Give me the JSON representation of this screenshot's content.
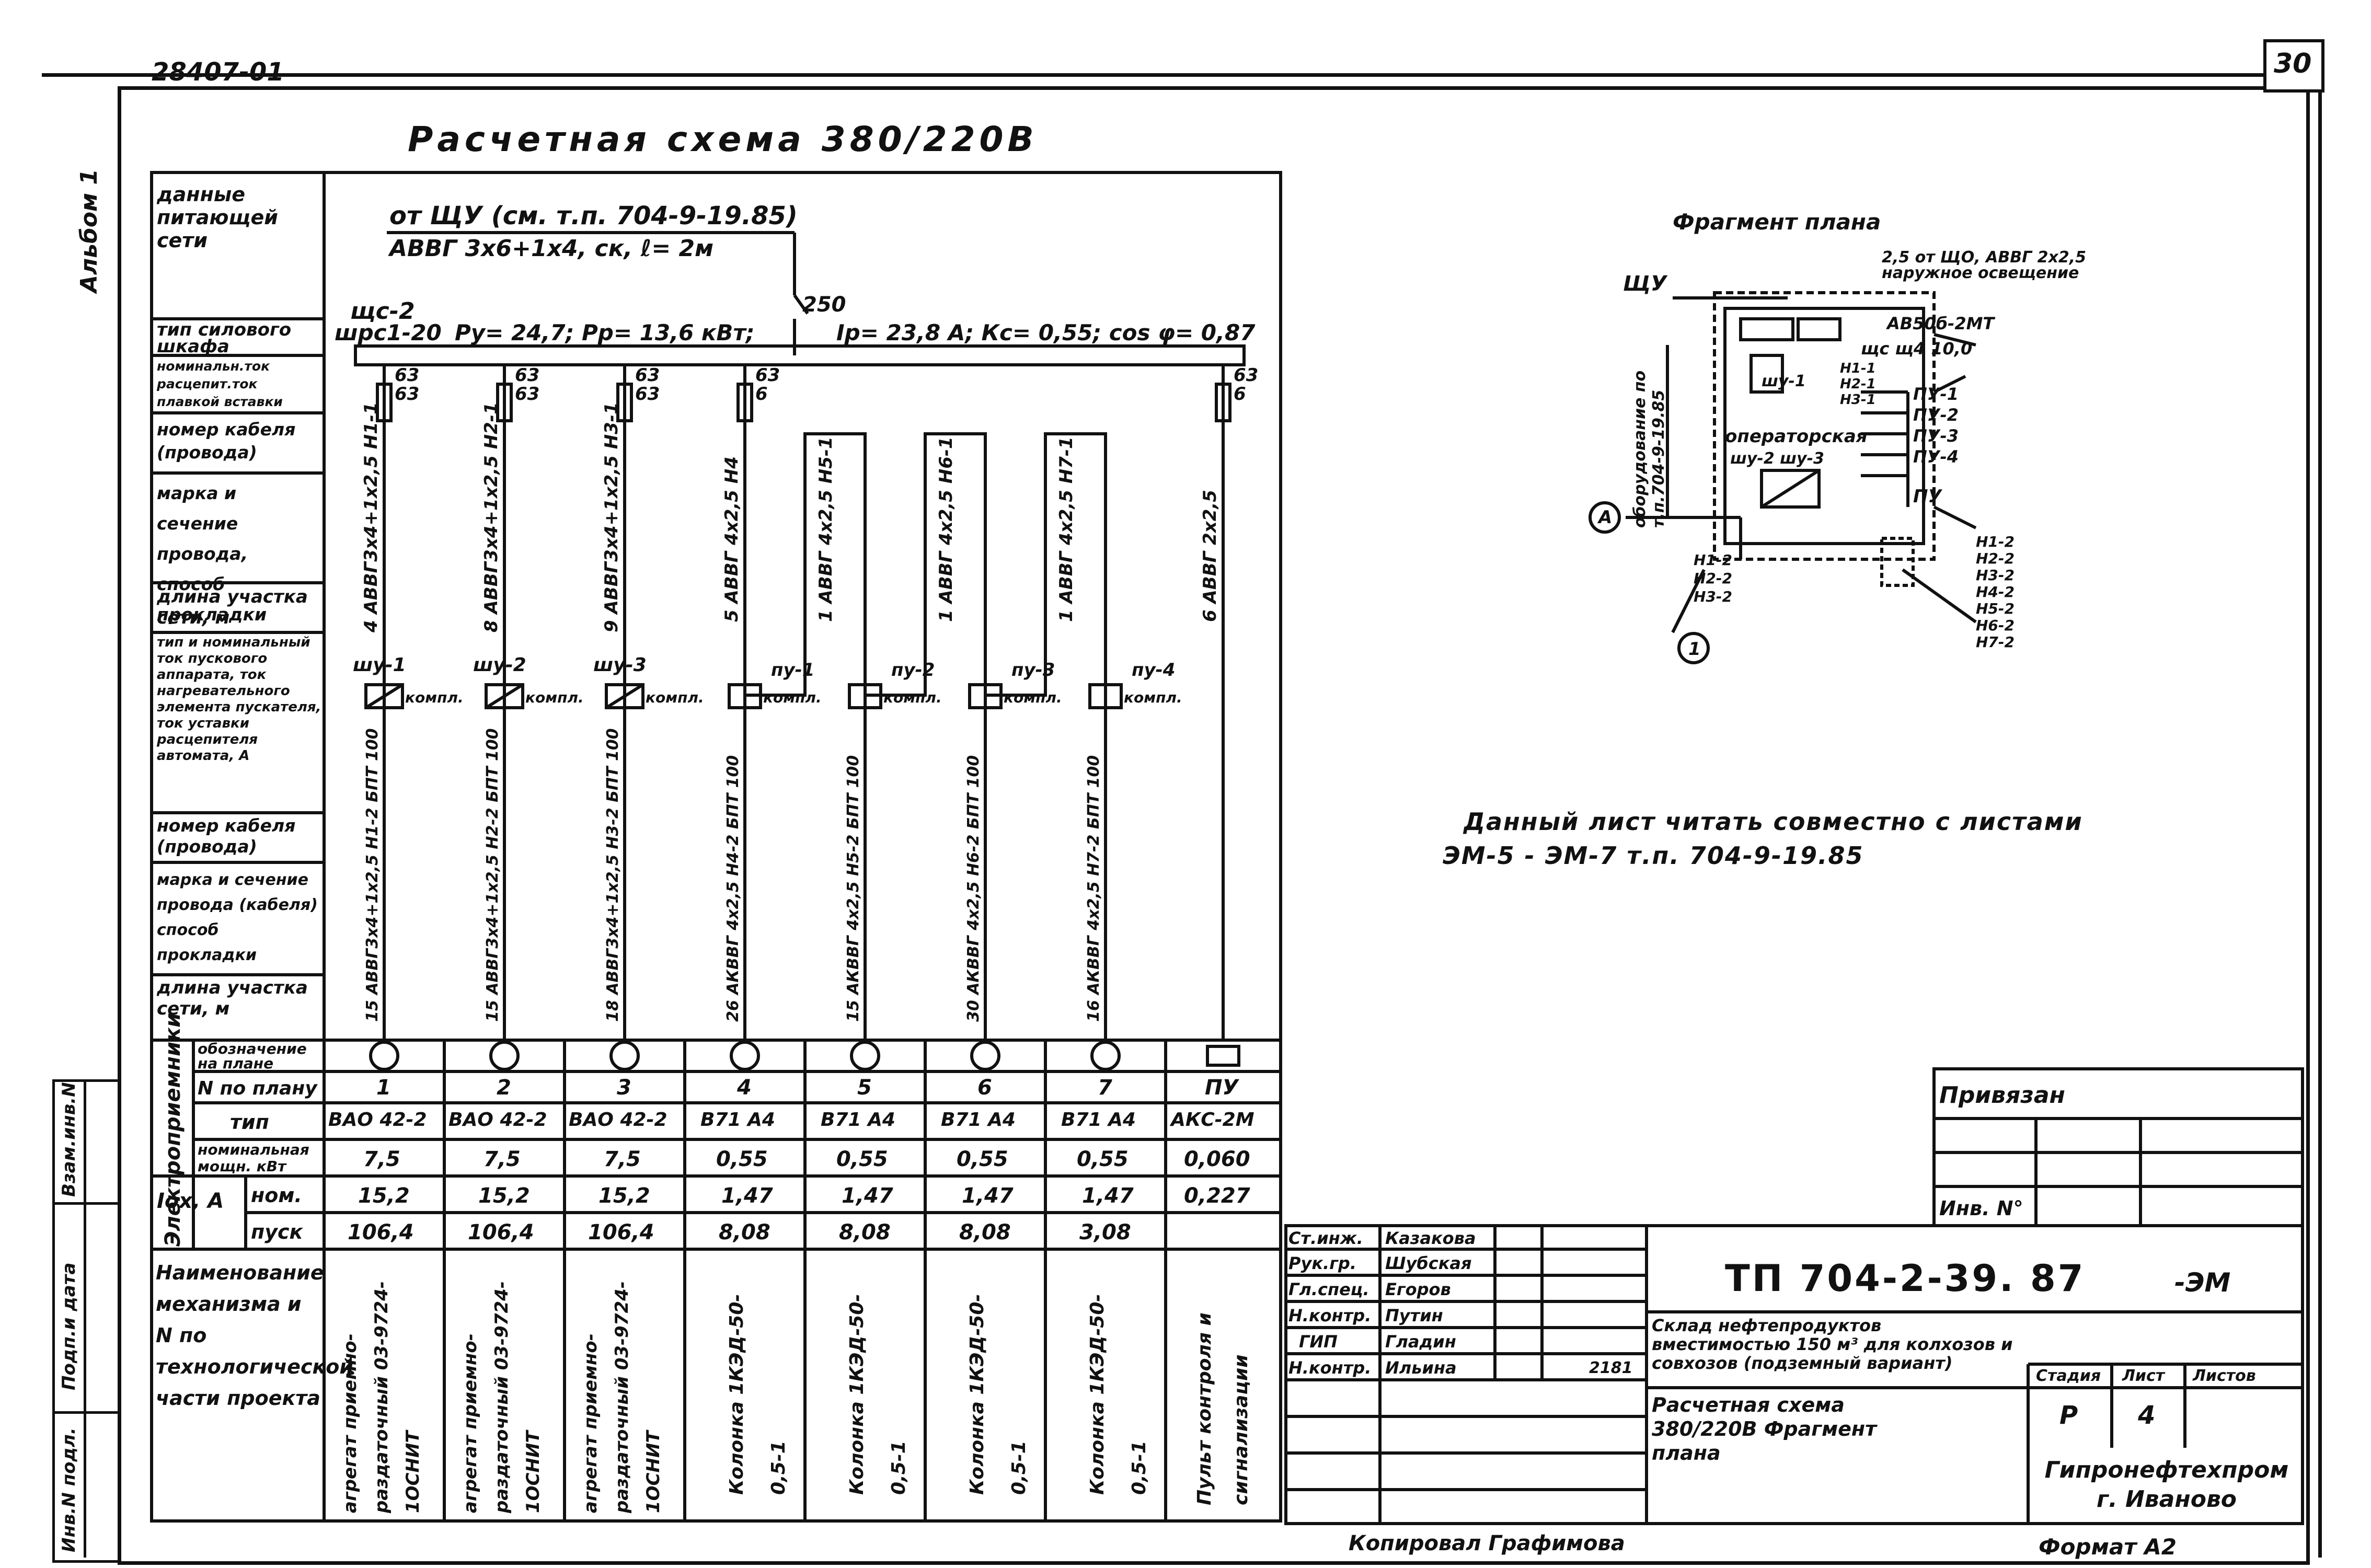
{
  "sheet": {
    "doc_code_topleft": "28407-01",
    "page_number": "30",
    "left_margin_label": "Альбом 1"
  },
  "title": {
    "main": "Расчетная   схема   380/220В"
  },
  "left_headers": {
    "supply_network": "данные питающей сети",
    "cabinet_type": "тип силового шкафа",
    "nominal_current": "номинальн.ток расцепит.ток плавкой вставки",
    "cable_number": "номер кабеля (провода)",
    "wire_brand": "марка и сечение провода, способ прокладки",
    "section_length": "длина участка сети, м",
    "starter_type": "тип и номинальный ток пускового аппарата, ток нагревательного элемента пускателя, ток уставки расцепителя автомата, А",
    "cable_number_2": "номер кабеля (провода)",
    "wire_brand_2": "марка и сечение провода (кабеля) способ прокладки",
    "section_length_2": "длина участка сети, м",
    "receivers_group": "Электроприемники",
    "designation": "обозначение на плане",
    "plan_number": "N по плану",
    "type": "тип",
    "rated_power": "номинальная мощн. кВт",
    "current_group": "Iох, А",
    "nominal": "ном.",
    "starting": "пуск",
    "mechanism_name": "Наименование механизма и N по технологической части проекта"
  },
  "feeder": {
    "from": "от ЩУ (см. т.п. 704-9-19.85)",
    "cable": "АВВГ 3х6+1х4, ск, ℓ= 2м",
    "breaker": "250",
    "cabinet_label": "щс-2",
    "cabinet_type": "шрс1-20",
    "params": "Ру= 24,7; Рр= 13,6 кВт;",
    "params_right": "Iр= 23,8 А; Кс= 0,55; cos φ= 0,87"
  },
  "columns": [
    {
      "fuse_top": "63",
      "fuse_bot": "63",
      "cable1": "4 АВВГ3х4+1х2,5 Н1-1",
      "starter": "шу-1",
      "starter_note": "компл.",
      "cable2": "15 АВВГ3х4+1х2,5 Н1-2 БПТ 100",
      "plan": "1",
      "type": "ВАО 42-2",
      "power": "7,5",
      "i_nom": "15,2",
      "i_start": "106,4",
      "name": "агрегат приемно-раздаточный 03-9724-1ОСНИТ"
    },
    {
      "fuse_top": "63",
      "fuse_bot": "63",
      "cable1": "8 АВВГ3х4+1х2,5 Н2-1",
      "starter": "шу-2",
      "starter_note": "компл.",
      "cable2": "15 АВВГ3х4+1х2,5 Н2-2 БПТ 100",
      "plan": "2",
      "type": "ВАО 42-2",
      "power": "7,5",
      "i_nom": "15,2",
      "i_start": "106,4",
      "name": "агрегат приемно-раздаточный 03-9724-1ОСНИТ"
    },
    {
      "fuse_top": "63",
      "fuse_bot": "63",
      "cable1": "9 АВВГ3х4+1х2,5 Н3-1",
      "starter": "шу-3",
      "starter_note": "компл.",
      "cable2": "18 АВВГ3х4+1х2,5 Н3-2 БПТ 100",
      "plan": "3",
      "type": "ВАО 42-2",
      "power": "7,5",
      "i_nom": "15,2",
      "i_start": "106,4",
      "name": "агрегат приемно-раздаточный 03-9724-1ОСНИТ"
    },
    {
      "fuse_top": "63",
      "fuse_bot": "6",
      "cable1": "5 АВВГ 4х2,5 Н4",
      "starter": "пу-1",
      "starter_note": "компл.",
      "cable2": "26 АКВВГ 4х2,5 Н4-2 БПТ 100",
      "plan": "4",
      "type": "В71 А4",
      "power": "0,55",
      "i_nom": "1,47",
      "i_start": "8,08",
      "name": "Колонка 1КЭД-50-0,5-1"
    },
    {
      "fuse_top": "",
      "fuse_bot": "",
      "cable1": "1 АВВГ 4х2,5 Н5-1",
      "starter": "пу-2",
      "starter_note": "компл.",
      "cable2": "15 АКВВГ 4х2,5 Н5-2 БПТ 100",
      "plan": "5",
      "type": "В71 А4",
      "power": "0,55",
      "i_nom": "1,47",
      "i_start": "8,08",
      "name": "Колонка 1КЭД-50-0,5-1"
    },
    {
      "fuse_top": "",
      "fuse_bot": "",
      "cable1": "1 АВВГ 4х2,5 Н6-1",
      "starter": "пу-3",
      "starter_note": "компл.",
      "cable2": "30 АКВВГ 4х2,5 Н6-2 БПТ 100",
      "plan": "6",
      "type": "В71 А4",
      "power": "0,55",
      "i_nom": "1,47",
      "i_start": "8,08",
      "name": "Колонка 1КЭД-50-0,5-1"
    },
    {
      "fuse_top": "",
      "fuse_bot": "",
      "cable1": "1 АВВГ 4х2,5 Н7-1",
      "starter": "пу-4",
      "starter_note": "компл.",
      "cable2": "16 АКВВГ 4х2,5 Н7-2 БПТ 100",
      "plan": "7",
      "type": "В71 А4",
      "power": "0,55",
      "i_nom": "1,47",
      "i_start": "3,08",
      "name": "Колонка 1КЭД-50-0,5-1"
    },
    {
      "fuse_top": "63",
      "fuse_bot": "6",
      "cable1": "6 АВВГ 2х2,5",
      "starter": "",
      "starter_note": "",
      "cable2": "",
      "plan": "ПУ",
      "type": "АКС-2М",
      "power": "0,060",
      "i_nom": "0,227",
      "i_start": "",
      "name": "Пульт контроля и сигнализации"
    }
  ],
  "fragment": {
    "title": "Фрагмент плана",
    "top_note": "2,5 от ЩО, АВВГ 2х2,5 наружное освещение",
    "shu": "ЩУ",
    "breaker": "АВ50б-2МТ",
    "bus": "щс  щ4  10,0",
    "equipment_note": "оборудование по т.п.704-9-19.85",
    "operator": "операторская",
    "shu2": "шу-2 шу-3",
    "shu1": "шу-1",
    "right_labels": [
      "ПУ-1",
      "ПУ-2",
      "ПУ-3",
      "ПУ-4",
      "ПУ"
    ],
    "n_right": [
      "Н1-2",
      "Н2-2",
      "Н3-2",
      "Н4-2",
      "Н5-2",
      "Н6-2",
      "Н7-2"
    ],
    "n_top": [
      "Н1-1",
      "Н2-1",
      "Н3-1"
    ],
    "n_left": [
      "Н1-2",
      "Н2-2",
      "Н3-2"
    ],
    "marker_a": "А",
    "marker_1": "1"
  },
  "note": {
    "line1": "Данный лист читать совместно с листами",
    "line2": "ЭМ-5 - ЭМ-7 т.п. 704-9-19.85"
  },
  "privyazan": {
    "label": "Привязан",
    "inv": "Инв. N°"
  },
  "titleblock": {
    "roles": [
      "Ст.инж.",
      "Рук.гр.",
      "Гл.спец.",
      "Н.контр.",
      "ГИП",
      "Н.контр."
    ],
    "names": [
      "Казакова",
      "Шубская",
      "Егоров",
      "Путин",
      "Гладин",
      "Ильина"
    ],
    "doc_code": "ТП 704-2-39. 87",
    "doc_suffix": "-ЭМ",
    "object_desc": "Склад нефтепродуктов вместимостью 150 м³ для колхозов и совхозов (подземный вариант)",
    "sheet_title": "Расчетная схема 380/220В Фрагмент плана",
    "stage_h": "Стадия",
    "sheet_h": "Лист",
    "sheets_h": "Листов",
    "stage": "Р",
    "sheet": "4",
    "org": "Гипронефтехпром г. Иваново",
    "year": "2181"
  },
  "left_strip": [
    "Взам.инв.N",
    "Подп.и дата",
    "Инв.N подл."
  ],
  "footer": {
    "copied": "Копировал Графимова",
    "format": "Формат А2"
  }
}
